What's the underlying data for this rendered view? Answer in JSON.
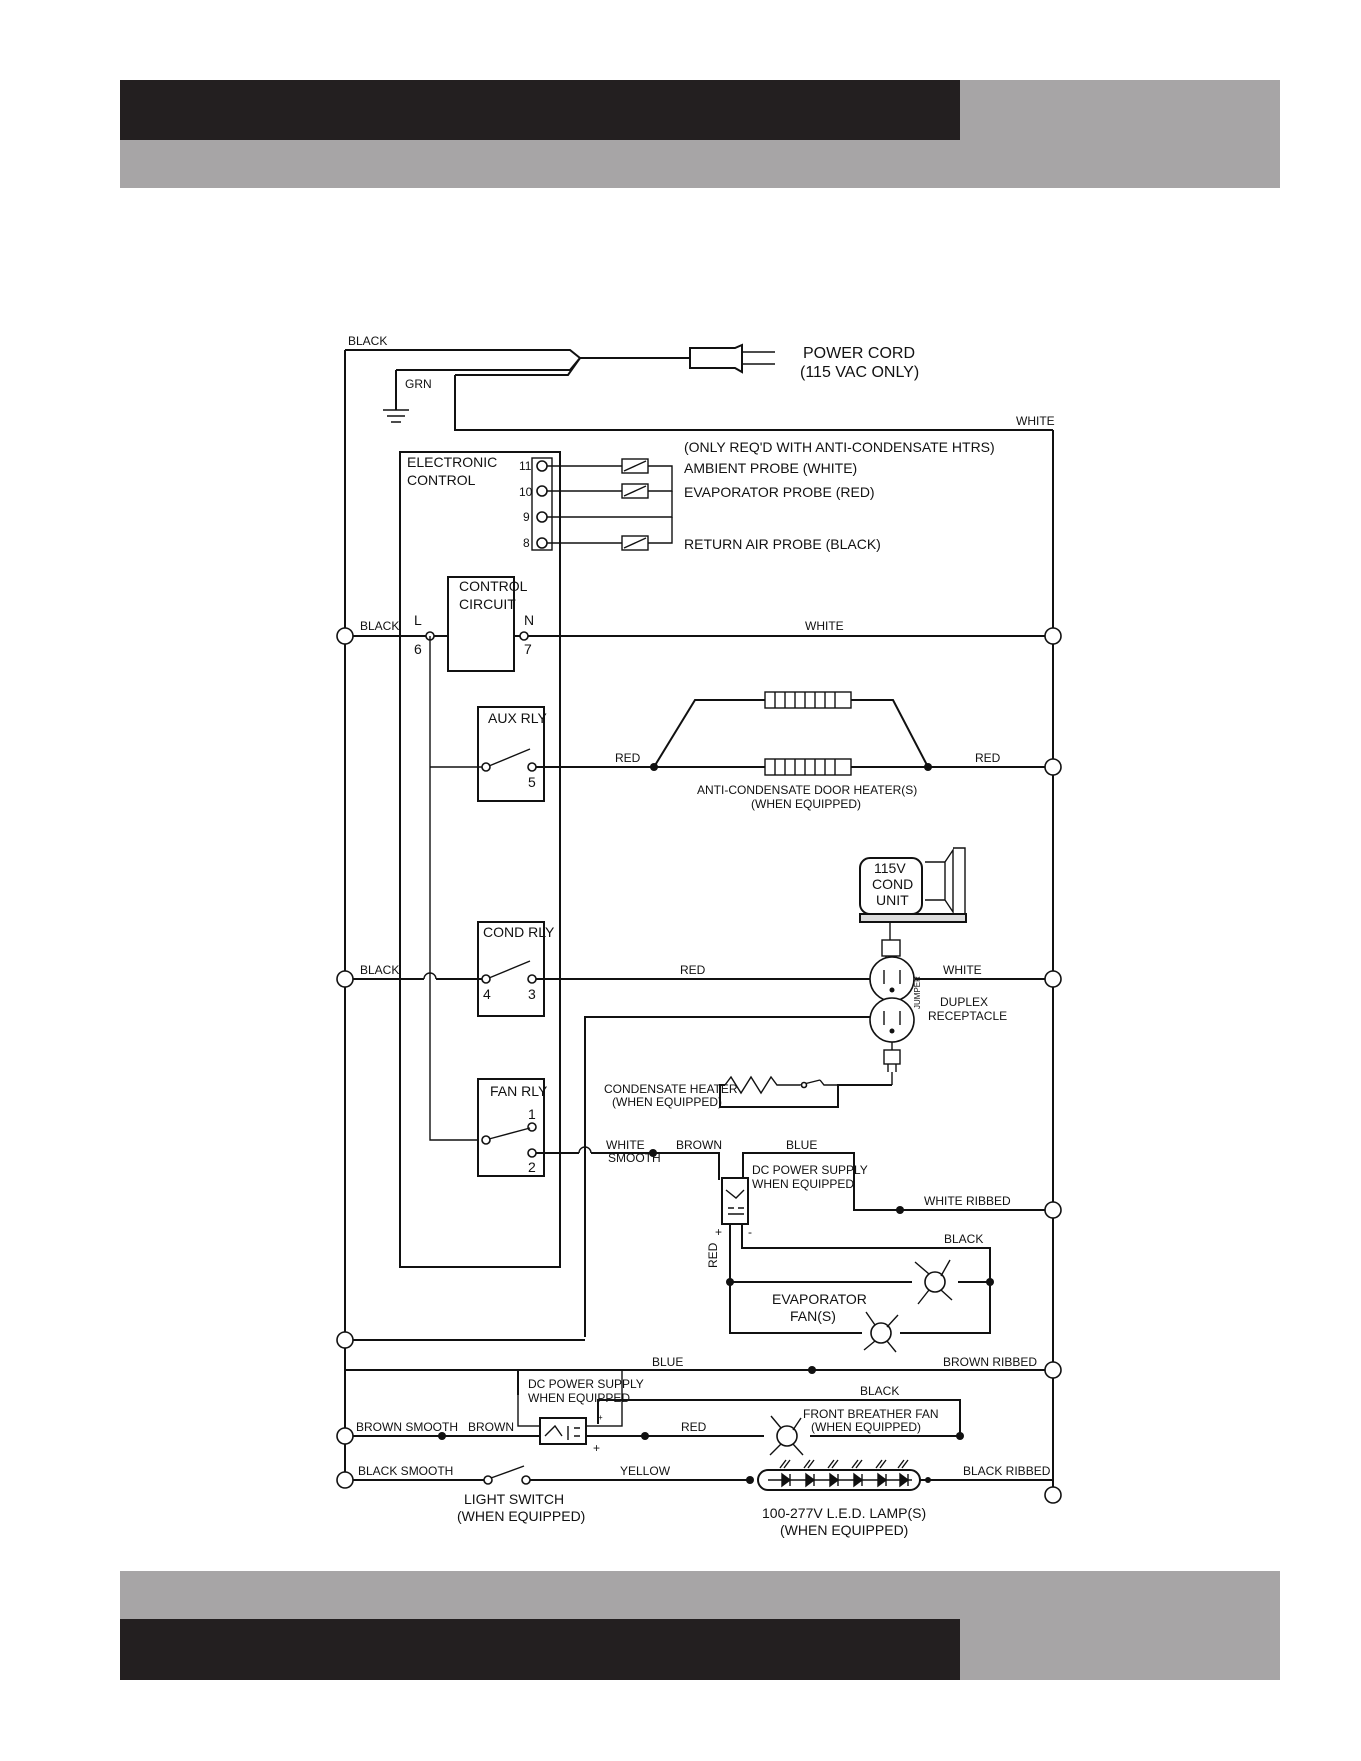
{
  "power_cord": {
    "line1": "POWER CORD",
    "line2": "(115 VAC ONLY)"
  },
  "wires": {
    "black": "BLACK",
    "grn": "GRN",
    "white": "WHITE",
    "red": "RED",
    "blue": "BLUE",
    "brown": "BROWN",
    "yellow": "YELLOW",
    "white_ribbed": "WHITE RIBBED",
    "brown_ribbed": "BROWN RIBBED",
    "black_ribbed": "BLACK RIBBED",
    "brown_smooth": "BROWN SMOOTH",
    "black_smooth": "BLACK SMOOTH",
    "white_smooth_1": "WHITE",
    "white_smooth_2": "SMOOTH"
  },
  "electronic_control": {
    "line1": "ELECTRONIC",
    "line2": "CONTROL"
  },
  "probes": {
    "note": "(ONLY REQ'D WITH ANTI-CONDENSATE HTRS)",
    "ambient": "AMBIENT PROBE (WHITE)",
    "evaporator": "EVAPORATOR PROBE (RED)",
    "return_air": "RETURN AIR PROBE (BLACK)",
    "pins": [
      "11",
      "10",
      "9",
      "8"
    ]
  },
  "control_circuit": {
    "line1": "CONTROL",
    "line2": "CIRCUIT",
    "l": "L",
    "n": "N",
    "pin6": "6",
    "pin7": "7"
  },
  "aux_relay": {
    "label": "AUX RLY",
    "pin": "5"
  },
  "cond_relay": {
    "label": "COND RLY",
    "pin4": "4",
    "pin3": "3"
  },
  "fan_relay": {
    "label": "FAN RLY",
    "pin1": "1",
    "pin2": "2"
  },
  "door_heater": {
    "line1": "ANTI-CONDENSATE DOOR HEATER(S)",
    "line2": "(WHEN EQUIPPED)"
  },
  "cond_unit": {
    "line1": "115V",
    "line2": "COND",
    "line3": "UNIT"
  },
  "receptacle": {
    "line1": "DUPLEX",
    "line2": "RECEPTACLE",
    "jumper": "JUMPER"
  },
  "condensate_heater": {
    "line1": "CONDENSATE HEATER",
    "line2": "(WHEN EQUIPPED)"
  },
  "dc_supply": {
    "line1": "DC POWER SUPPLY",
    "line2": "WHEN EQUIPPED"
  },
  "evap_fans": {
    "line1": "EVAPORATOR",
    "line2": "FAN(S)"
  },
  "breather_fan": {
    "line1": "FRONT BREATHER FAN",
    "line2": "(WHEN EQUIPPED)"
  },
  "light_switch": {
    "line1": "LIGHT SWITCH",
    "line2": "(WHEN EQUIPPED)"
  },
  "led_lamp": {
    "line1": "100-277V L.E.D. LAMP(S)",
    "line2": "(WHEN EQUIPPED)"
  },
  "polarity": {
    "plus": "+",
    "minus": "-"
  }
}
